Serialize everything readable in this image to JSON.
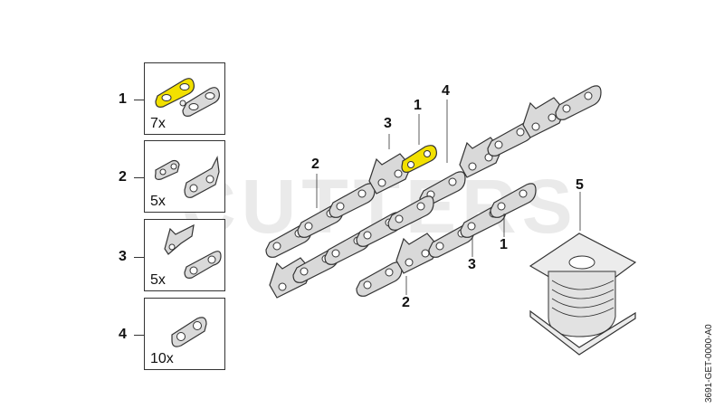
{
  "watermark": "CUTTERS",
  "document_code": "3691-GET-0000-A0",
  "legend": [
    {
      "number": "1",
      "quantity": "7x"
    },
    {
      "number": "2",
      "quantity": "5x"
    },
    {
      "number": "3",
      "quantity": "5x"
    },
    {
      "number": "4",
      "quantity": "10x"
    }
  ],
  "callouts": {
    "c1_top": "1",
    "c3_top": "3",
    "c4_top": "4",
    "c2_left": "2",
    "c5_spool": "5",
    "c1_bottom": "1",
    "c3_bottom": "3",
    "c2_bottom": "2"
  },
  "colors": {
    "highlight": "#f2e000",
    "part_fill": "#d9d9d9",
    "outline": "#333333"
  }
}
